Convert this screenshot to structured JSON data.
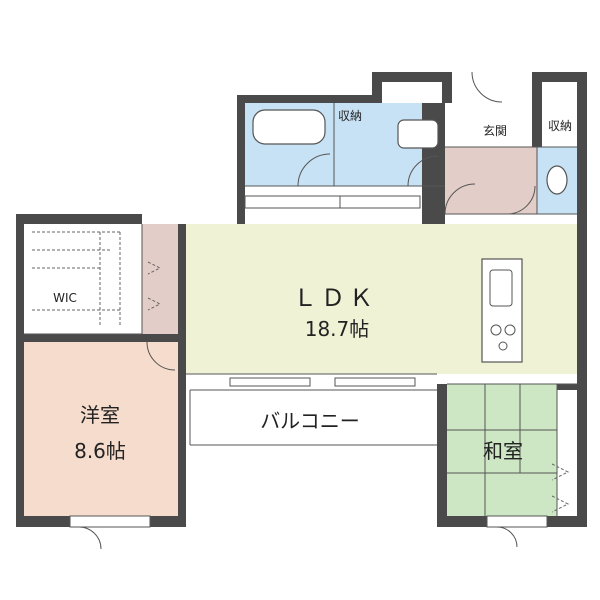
{
  "rooms": {
    "ldk": {
      "name": "ＬＤＫ",
      "size": "18.7帖"
    },
    "western": {
      "name": "洋室",
      "size": "8.6帖"
    },
    "japanese": {
      "name": "和室"
    },
    "balcony": {
      "name": "バルコニー"
    },
    "wic": {
      "name": "WIC"
    },
    "entrance": {
      "name": "玄関"
    },
    "storage_bath": {
      "name": "収納"
    },
    "storage_entrance": {
      "name": "収納"
    }
  },
  "colors": {
    "ldk": "#f0f2d6",
    "western": "#f5dccd",
    "japanese": "#cde6c4",
    "wet": "#c7e2f5",
    "entrance": "#e2cdc8",
    "closet": "#e2cdc8",
    "wall": "#4a4a4a",
    "wic": "#ffffff"
  }
}
